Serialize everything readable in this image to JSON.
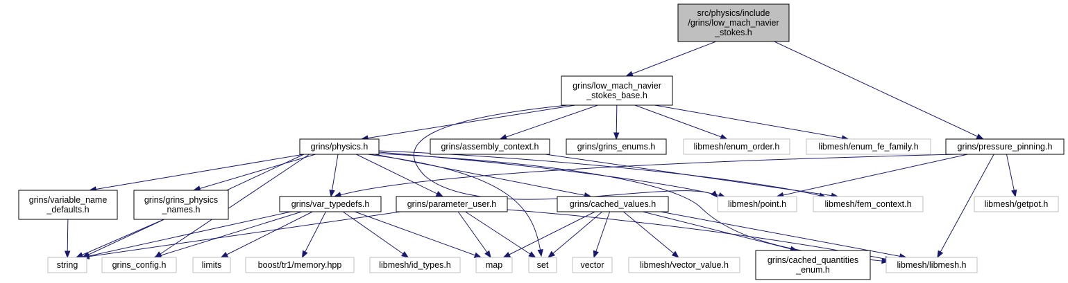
{
  "colors": {
    "edge": "#191970",
    "root_fill": "#bfbfbf",
    "internal_border": "#000000",
    "external_border": "#bfbfbf",
    "background": "#ffffff"
  },
  "nodes": [
    {
      "id": "root",
      "kind": "root",
      "lines": [
        "src/physics/include",
        "/grins/low_mach_navier",
        "_stokes.h"
      ]
    },
    {
      "id": "lmns_base",
      "kind": "internal",
      "lines": [
        "grins/low_mach_navier",
        "_stokes_base.h"
      ]
    },
    {
      "id": "physics",
      "kind": "internal",
      "lines": [
        "grins/physics.h"
      ]
    },
    {
      "id": "assembly_context",
      "kind": "internal",
      "lines": [
        "grins/assembly_context.h"
      ]
    },
    {
      "id": "grins_enums",
      "kind": "internal",
      "lines": [
        "grins/grins_enums.h"
      ]
    },
    {
      "id": "enum_order",
      "kind": "external",
      "lines": [
        "libmesh/enum_order.h"
      ]
    },
    {
      "id": "enum_fe_family",
      "kind": "external",
      "lines": [
        "libmesh/enum_fe_family.h"
      ]
    },
    {
      "id": "pressure_pinning",
      "kind": "internal",
      "lines": [
        "grins/pressure_pinning.h"
      ]
    },
    {
      "id": "variable_name_defaults",
      "kind": "internal",
      "lines": [
        "grins/variable_name",
        "_defaults.h"
      ]
    },
    {
      "id": "grins_physics_names",
      "kind": "internal",
      "lines": [
        "grins/grins_physics",
        "_names.h"
      ]
    },
    {
      "id": "var_typedefs",
      "kind": "internal",
      "lines": [
        "grins/var_typedefs.h"
      ]
    },
    {
      "id": "parameter_user",
      "kind": "internal",
      "lines": [
        "grins/parameter_user.h"
      ]
    },
    {
      "id": "cached_values",
      "kind": "internal",
      "lines": [
        "grins/cached_values.h"
      ]
    },
    {
      "id": "point",
      "kind": "external",
      "lines": [
        "libmesh/point.h"
      ]
    },
    {
      "id": "fem_context",
      "kind": "external",
      "lines": [
        "libmesh/fem_context.h"
      ]
    },
    {
      "id": "getpot",
      "kind": "external",
      "lines": [
        "libmesh/getpot.h"
      ]
    },
    {
      "id": "string",
      "kind": "external",
      "lines": [
        "string"
      ]
    },
    {
      "id": "grins_config",
      "kind": "external",
      "lines": [
        "grins_config.h"
      ]
    },
    {
      "id": "limits",
      "kind": "external",
      "lines": [
        "limits"
      ]
    },
    {
      "id": "memory",
      "kind": "external",
      "lines": [
        "boost/tr1/memory.hpp"
      ]
    },
    {
      "id": "id_types",
      "kind": "external",
      "lines": [
        "libmesh/id_types.h"
      ]
    },
    {
      "id": "map",
      "kind": "external",
      "lines": [
        "map"
      ]
    },
    {
      "id": "set",
      "kind": "external",
      "lines": [
        "set"
      ]
    },
    {
      "id": "vector",
      "kind": "external",
      "lines": [
        "vector"
      ]
    },
    {
      "id": "vector_value",
      "kind": "external",
      "lines": [
        "libmesh/vector_value.h"
      ]
    },
    {
      "id": "cached_quantities_enum",
      "kind": "internal",
      "lines": [
        "grins/cached_quantities",
        "_enum.h"
      ]
    },
    {
      "id": "libmesh",
      "kind": "external",
      "lines": [
        "libmesh/libmesh.h"
      ]
    }
  ],
  "edges": [
    {
      "from": "root",
      "to": "lmns_base"
    },
    {
      "from": "root",
      "to": "pressure_pinning"
    },
    {
      "from": "lmns_base",
      "to": "physics"
    },
    {
      "from": "lmns_base",
      "to": "assembly_context"
    },
    {
      "from": "lmns_base",
      "to": "grins_enums"
    },
    {
      "from": "lmns_base",
      "to": "enum_order"
    },
    {
      "from": "lmns_base",
      "to": "enum_fe_family"
    },
    {
      "from": "lmns_base",
      "to": "point"
    },
    {
      "from": "physics",
      "to": "string"
    },
    {
      "from": "physics",
      "to": "variable_name_defaults"
    },
    {
      "from": "physics",
      "to": "grins_physics_names"
    },
    {
      "from": "physics",
      "to": "grins_config"
    },
    {
      "from": "physics",
      "to": "var_typedefs"
    },
    {
      "from": "physics",
      "to": "parameter_user"
    },
    {
      "from": "physics",
      "to": "set"
    },
    {
      "from": "physics",
      "to": "cached_values"
    },
    {
      "from": "physics",
      "to": "point"
    },
    {
      "from": "physics",
      "to": "libmesh"
    },
    {
      "from": "physics",
      "to": "fem_context"
    },
    {
      "from": "assembly_context",
      "to": "fem_context"
    },
    {
      "from": "pressure_pinning",
      "to": "var_typedefs"
    },
    {
      "from": "pressure_pinning",
      "to": "point"
    },
    {
      "from": "pressure_pinning",
      "to": "getpot"
    },
    {
      "from": "pressure_pinning",
      "to": "libmesh"
    },
    {
      "from": "variable_name_defaults",
      "to": "string"
    },
    {
      "from": "grins_physics_names",
      "to": "string"
    },
    {
      "from": "var_typedefs",
      "to": "string"
    },
    {
      "from": "var_typedefs",
      "to": "grins_config"
    },
    {
      "from": "var_typedefs",
      "to": "limits"
    },
    {
      "from": "var_typedefs",
      "to": "memory"
    },
    {
      "from": "var_typedefs",
      "to": "id_types"
    },
    {
      "from": "var_typedefs",
      "to": "map"
    },
    {
      "from": "parameter_user",
      "to": "string"
    },
    {
      "from": "parameter_user",
      "to": "map"
    },
    {
      "from": "parameter_user",
      "to": "set"
    },
    {
      "from": "parameter_user",
      "to": "libmesh"
    },
    {
      "from": "cached_values",
      "to": "map"
    },
    {
      "from": "cached_values",
      "to": "set"
    },
    {
      "from": "cached_values",
      "to": "vector"
    },
    {
      "from": "cached_values",
      "to": "vector_value"
    },
    {
      "from": "cached_values",
      "to": "cached_quantities_enum"
    },
    {
      "from": "cached_values",
      "to": "libmesh"
    }
  ]
}
